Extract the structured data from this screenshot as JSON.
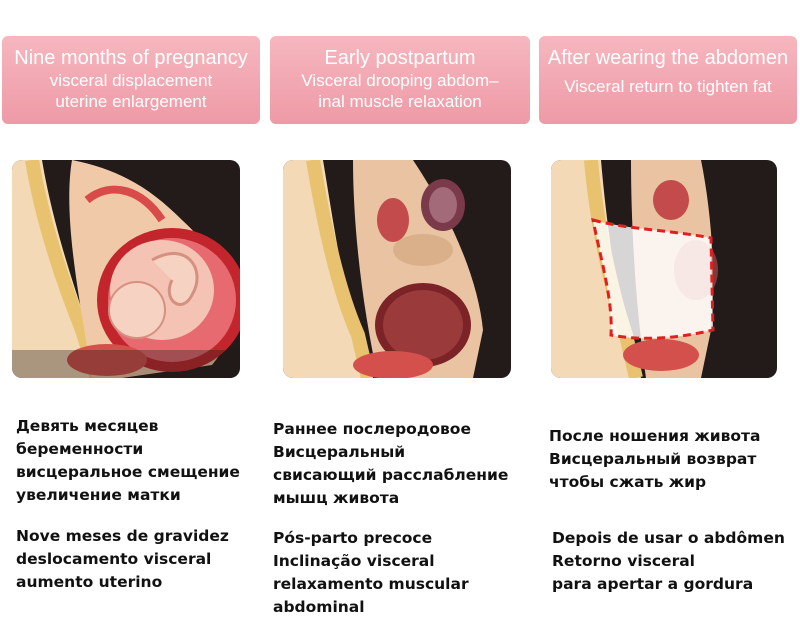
{
  "panels": [
    {
      "title": "Nine months of pregnancy",
      "subtitle_lines": [
        "visceral displacement",
        "uterine enlargement"
      ],
      "ru_lines": [
        "Девять месяцев",
        "беременности",
        "висцеральное смещение",
        "увеличение матки"
      ],
      "pt_lines": [
        "Nove meses de gravidez",
        "deslocamento visceral",
        "aumento uterino"
      ]
    },
    {
      "title": "Early postpartum",
      "subtitle_lines": [
        "Visceral drooping abdom–",
        "inal muscle relaxation"
      ],
      "ru_lines": [
        "Раннее послеродовое",
        "Висцеральный",
        "свисающий расслабление",
        "мышц живота"
      ],
      "pt_lines": [
        "Pós-parto precoce",
        "Inclinação visceral",
        "relaxamento muscular",
        "abdominal"
      ]
    },
    {
      "title": "After wearing the abdomen",
      "subtitle_lines": [
        "Visceral return to tighten fat"
      ],
      "ru_lines": [
        "После ношения живота",
        "Висцеральный возврат",
        "чтобы сжать жир"
      ],
      "pt_lines": [
        "Depois de usar o abdômen",
        "Retorno visceral",
        "para apertar a gordura"
      ]
    }
  ],
  "colors": {
    "banner": "#ef9fab",
    "panel_bg": "#231a1a",
    "belt_outline": "#e02020"
  }
}
